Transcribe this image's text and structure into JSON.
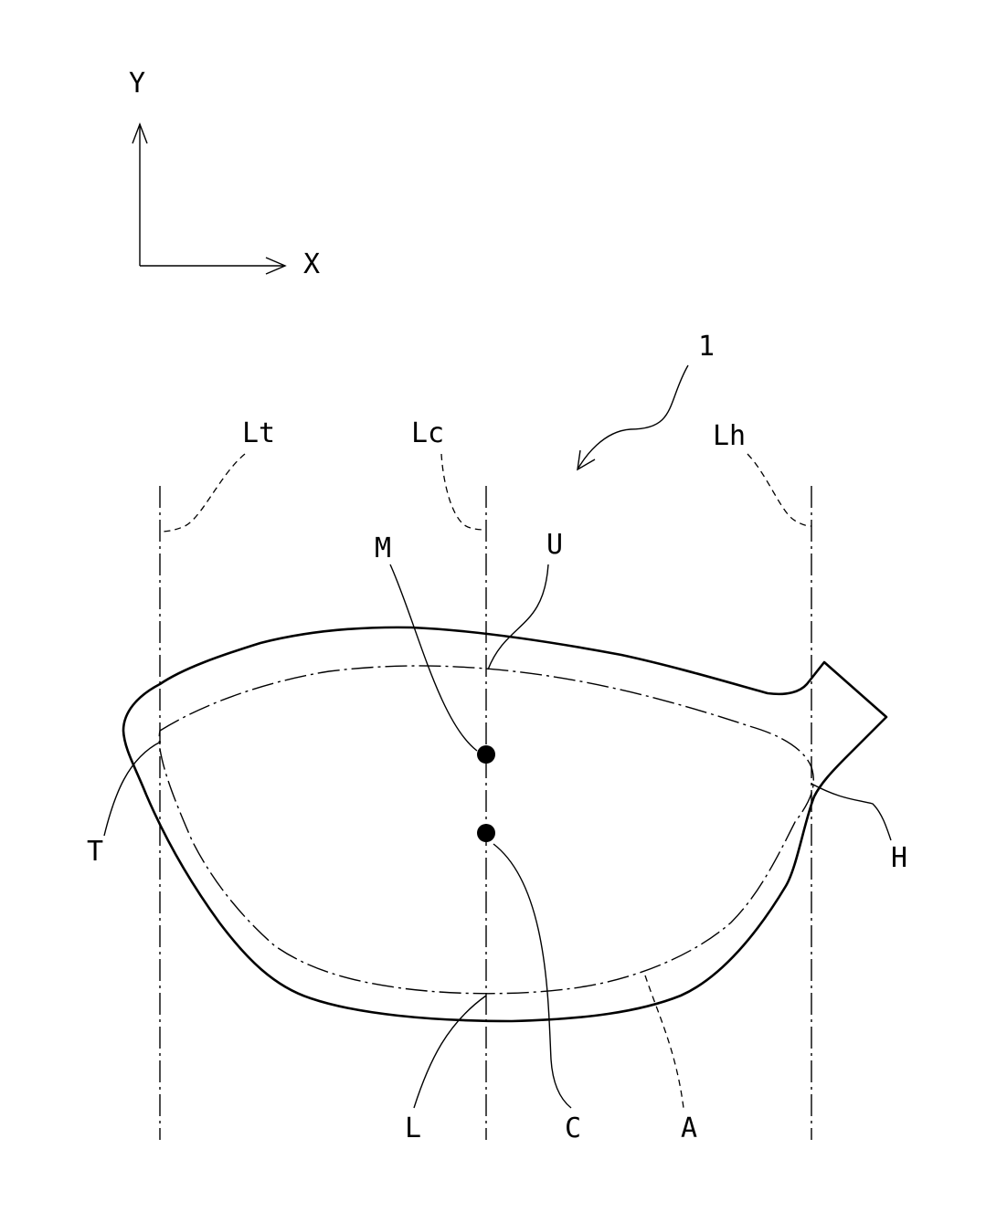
{
  "axes": {
    "y_label": "Y",
    "x_label": "X"
  },
  "labels": {
    "head_ref": "1",
    "lt": "Lt",
    "lc": "Lc",
    "lh": "Lh",
    "m": "M",
    "u": "U",
    "t": "T",
    "h": "H",
    "l": "L",
    "c": "C",
    "a": "A"
  },
  "colors": {
    "ink": "#000000",
    "background": "#ffffff"
  }
}
